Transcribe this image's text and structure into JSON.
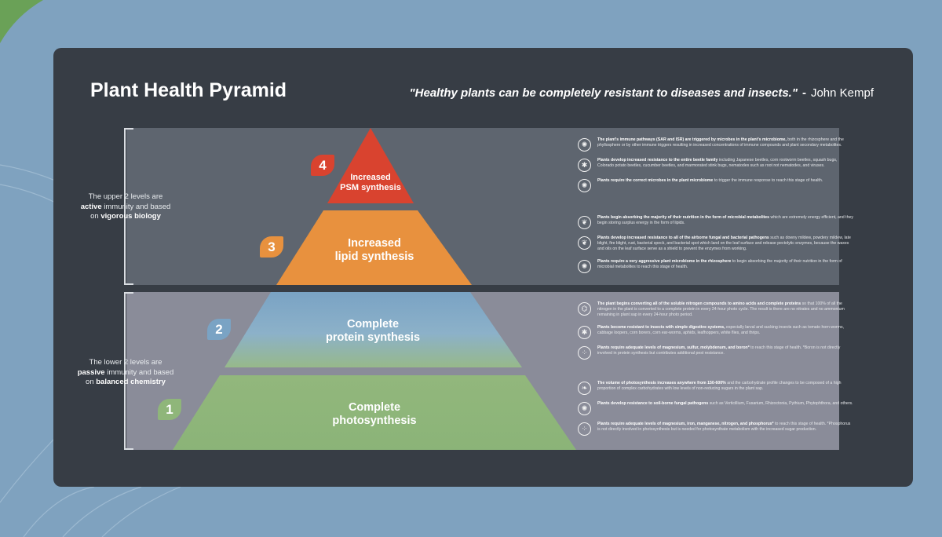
{
  "page": {
    "title": "Plant Health Pyramid",
    "quote": "\"Healthy plants can be completely resistant to diseases and insects.\"",
    "quote_separator": "-",
    "quote_author": "John Kempf"
  },
  "side_notes": {
    "upper": {
      "t1": "The upper 2 levels are",
      "t2": "active",
      "t3": " immunity and based",
      "t4": "on ",
      "t5": "vigorous biology"
    },
    "lower": {
      "t1": "The lower 2 levels are",
      "t2": "passive",
      "t3": " immunity and based",
      "t4": "on ",
      "t5": "balanced chemistry"
    }
  },
  "levels": [
    {
      "number": "4",
      "line1": "Increased",
      "line2": "PSM synthesis",
      "color": "#d9432f",
      "facts": [
        {
          "icon": "microbe-icon",
          "bold": "The plant's immune pathways (SAR and ISR) are triggered by microbes in the plant's microbiome,",
          "text": " both in the rhizosphere and the phyllosphere or by other immune triggers resulting in increased concentrations of immune compounds and plant secondary metabolites."
        },
        {
          "icon": "beetle-icon",
          "bold": "Plants develop increased resistance to the entire beetle family",
          "text": " including Japanese beetles, corn rootworm beetles, squash bugs, Colorado potato beetles, cucumber beetles, and marmorated stink bugs, nematodes such as root not nematodes, and viruses."
        },
        {
          "icon": "microbe-icon",
          "bold": "Plants require the correct microbes in the plant microbiome",
          "text": " to trigger the immune response to reach this stage of health."
        }
      ]
    },
    {
      "number": "3",
      "line1": "Increased",
      "line2": "lipid synthesis",
      "color": "#e8913e",
      "facts": [
        {
          "icon": "leaf-icon",
          "bold": "Plants begin absorbing the majority of their nutrition in the form of microbial metabolites",
          "text": " which are extremely energy efficient, and they begin storing surplus energy in the form of lipids."
        },
        {
          "icon": "leaf-icon",
          "bold": "Plants develop increased resistance to all of the airborne fungal and bacterial pathogens",
          "text": " such as downy mildew, powdery mildew, late blight, fire blight, rust, bacterial speck, and bacterial spot which land on the leaf surface and release pectolytic enzymes, because the waxes and oils on the leaf surface serve as a shield to prevent the enzymes from working."
        },
        {
          "icon": "microbe-icon",
          "bold": "Plants require a very aggressive plant microbiome in the rhizosphere",
          "text": " to begin absorbing the majority of their nutrition in the form of microbial metabolites to reach this stage of health."
        }
      ]
    },
    {
      "number": "2",
      "line1": "Complete",
      "line2": "protein synthesis",
      "color": "#7aa3c4",
      "facts": [
        {
          "icon": "molecule-icon",
          "bold": "The plant begins converting all of the soluble nitrogen compounds to amino acids and complete proteins",
          "text": " so that 100% of all the nitrogen in the plant is converted to a complete protein in every 24-hour photo cycle. The result is there are no nitrates and no ammonium remaining in plant sap in every 24-hour photo period."
        },
        {
          "icon": "bug-icon",
          "bold": "Plants become resistant to insects with simple digestive systems,",
          "text": " especially larval and sucking insects such as tomato horn worms, cabbage loopers, corn borers, corn ear-worms, aphids, leafhoppers, white flies, and thrips."
        },
        {
          "icon": "minerals-icon",
          "bold": "Plants require adequate levels of magnesium, sulfur, molybdenum, and boron*",
          "text": " to reach this stage of health. *Boron is not directly involved in protein synthesis but contributes additional pest resistance."
        }
      ]
    },
    {
      "number": "1",
      "line1": "Complete",
      "line2": "photosynthesis",
      "color": "#8fb67a",
      "facts": [
        {
          "icon": "sprout-icon",
          "bold": "The volume of photosynthesis increases anywhere from 150-600%",
          "text": " and the carbohydrate profile changes to be composed of a high proportion of complex carbohydrates with low levels of non-reducing sugars in the plant sap."
        },
        {
          "icon": "microbe-icon",
          "bold": "Plants develop resistance to soil-borne fungal pathogens",
          "text": " such as Verticillium, Fusarium, Rhizoctonia, Pythium, Phytophthora, and others."
        },
        {
          "icon": "minerals-icon",
          "bold": "Plants require adequate levels of magnesium, iron, manganese, nitrogen, and phosphorus*",
          "text": " to reach this stage of health. *Phosphorus is not directly involved in photosynthesis but is needed for photosynthate metabolism with the increased sugar production."
        }
      ]
    }
  ]
}
